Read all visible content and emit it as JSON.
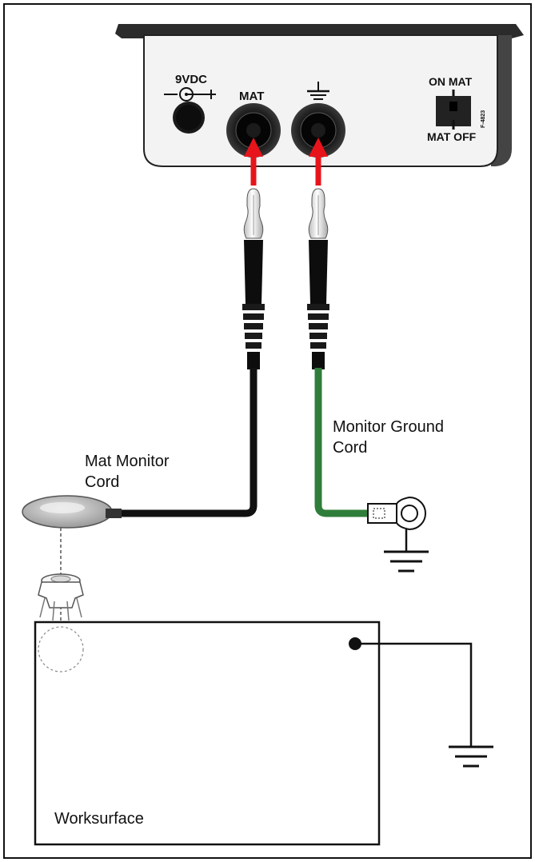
{
  "device": {
    "power_label": "9VDC",
    "mat_jack_label": "MAT",
    "switch_top_label": "ON MAT",
    "switch_bottom_label": "MAT OFF",
    "part_code": "F-4823"
  },
  "labels": {
    "mat_monitor_cord": [
      "Mat Monitor",
      "Cord"
    ],
    "monitor_ground_cord": [
      "Monitor Ground",
      "Cord"
    ],
    "worksurface": "Worksurface"
  },
  "colors": {
    "arrow": "#e8141b",
    "ground_cord": "#2f7d3a",
    "mat_cord": "#111111",
    "device_face": "#f3f3f3"
  },
  "icons": [
    "ground-symbol-icon",
    "power-polarity-icon",
    "red-arrow-icon",
    "ring-terminal-icon",
    "snap-fastener-icon"
  ]
}
